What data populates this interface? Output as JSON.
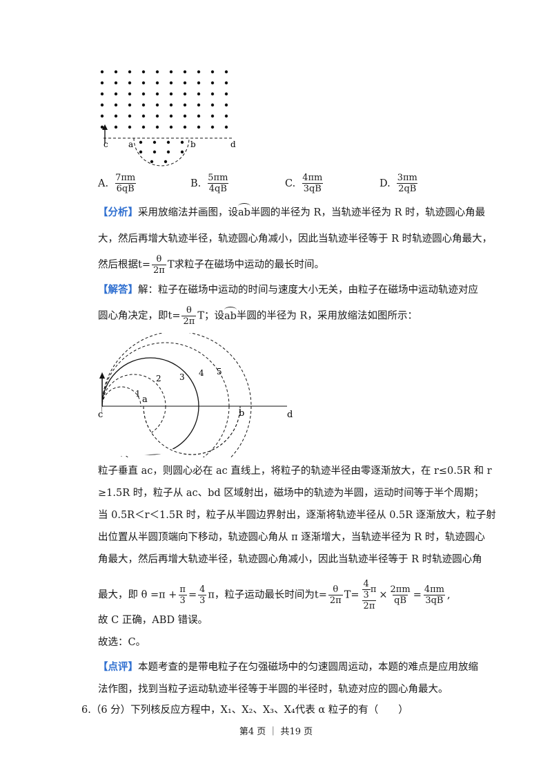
{
  "question5": {
    "options": [
      {
        "label": "A.",
        "num": "7πm",
        "den": "6qB"
      },
      {
        "label": "B.",
        "num": "5πm",
        "den": "4qB"
      },
      {
        "label": "C.",
        "num": "4πm",
        "den": "3qB"
      },
      {
        "label": "D.",
        "num": "3πm",
        "den": "2qB"
      }
    ],
    "fig1_labels": {
      "c": "c",
      "a": "a",
      "b": "b",
      "d": "d"
    },
    "fig2_labels": {
      "c": "c",
      "a": "a",
      "b": "b",
      "d": "d",
      "n1": "1",
      "n2": "2",
      "n3": "3",
      "n4": "4",
      "n5": "5"
    },
    "analysis": {
      "tag": "【分析】",
      "l1a": "采用放缩法并画图，设",
      "l1b": "ab",
      "l1c": "半圆的半径为 R，当轨迹半径为 R 时，轨迹圆心角最",
      "l2": "大，然后再增大轨迹半径，轨迹圆心角减小，因此当轨迹半径等于 R 时轨迹圆心角最大，",
      "l3a": "然后根据",
      "t_eq": "t=",
      "theta": "θ",
      "two_pi": "2π",
      "T": "T",
      "l3b": "求粒子在磁场中运动的最长时间。"
    },
    "solution": {
      "tag": "【解答】",
      "l1": "解：粒子在磁场中运动的时间与速度大小无关，由粒子在磁场中运动轨迹对应",
      "l2a": "圆心角决定，即",
      "t_eq": "t=",
      "theta": "θ",
      "two_pi": "2π",
      "l2b": "T；设",
      "l2c": "ab",
      "l2d": "半圆的半径为 R，采用放缩法如图所示：",
      "p1": "粒子垂直 ac，则圆心必在 ac 直线上，将粒子的轨迹半径由零逐渐放大，在 r≤0.5R 和 r",
      "p2": "≥1.5R 时，粒子从 ac、bd 区域射出，磁场中的轨迹为半圆，运动时间等于半个周期；",
      "p3": "当 0.5R＜r＜1.5R 时，粒子从半圆边界射出，逐渐将轨迹半径从 0.5R 逐渐放大，粒子射",
      "p4": "出位置从半圆顶端向下移动，轨迹圆心角从 π 逐渐增大，当轨迹半径为 R 时，轨迹圆心",
      "p5": "角最大，然后再增大轨迹半径，轨迹圆心角减小，因此当轨迹半径等于 R 时轨迹圆心角",
      "f_a": "最大，即",
      "f_theta": "θ =π +",
      "f_pi": "π",
      "f_3": "3",
      "f_eq": "=",
      "f_4": "4",
      "f_3b": "3",
      "f_pi2": "π，粒子运动最长时间为",
      "f_t": "t=",
      "f_th": "θ",
      "f_2pi": "2π",
      "f_T": "T=",
      "f_43": "4",
      "f_3c": "3",
      "f_pi3": "π",
      "f_2pi2": "2π",
      "f_times": "×",
      "f_2pim": "2πm",
      "f_qB": "qB",
      "f_eq2": "=",
      "f_4pim": "4πm",
      "f_3qB": "3qB",
      "f_comma": ",",
      "c1": "故 C 正确，ABD 错误。",
      "c2": "故选：C。"
    },
    "comment": {
      "tag": "【点评】",
      "l1": "本题考查的是带电粒子在匀强磁场中的匀速圆周运动，本题的难点是应用放缩",
      "l2": "法作图，找到当粒子运动轨迹半径等于半圆的半径时，轨迹对应的圆心角最大。"
    }
  },
  "question6": {
    "text": "6.（6 分）下列核反应方程中，X₁、X₂、X₃、X₄代表 α 粒子的有（　　）"
  },
  "footer": "第4 页 ｜ 共19 页"
}
